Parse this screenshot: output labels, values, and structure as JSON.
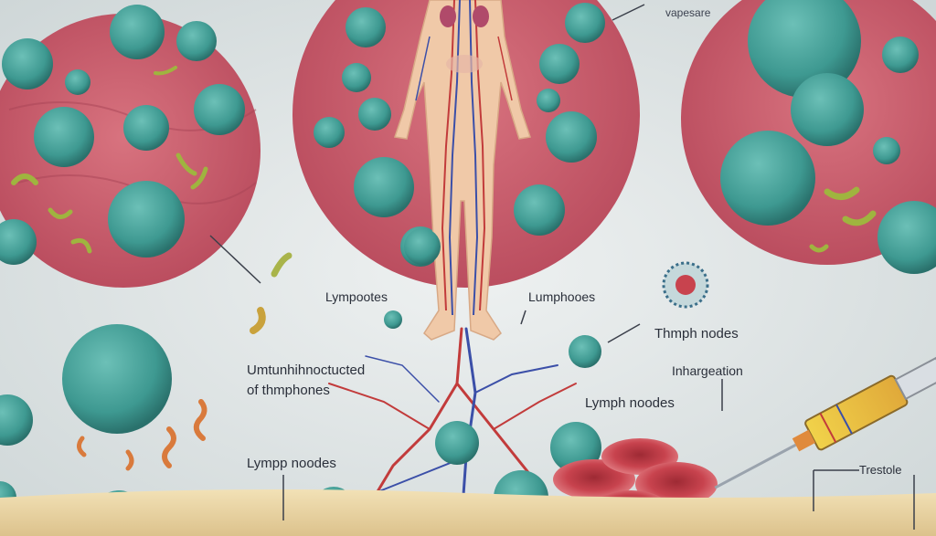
{
  "labels": {
    "top_right": "vapesare",
    "lympoocites": "Lympootes",
    "lumphoces": "Lumphooes",
    "thmph_nodes": "Thmph nodes",
    "untreated_1": "Umtunhihnoctucted",
    "untreated_2": "of thmphones",
    "inhargeation": "Inhargeation",
    "lymph_nodes_mid": "Lymph noodes",
    "lymph_nodes_low": "Lympp noodes",
    "trestole": "Trestole"
  },
  "colors": {
    "background": "#dde3e3",
    "tissue": "#c85a6a",
    "cell": "#3f9a93",
    "vein_red": "#c23b3b",
    "vein_blue": "#3b4fa8",
    "skin": "#f0c9a8",
    "rbc": "#c8434e",
    "ground": "#ead7a8"
  }
}
